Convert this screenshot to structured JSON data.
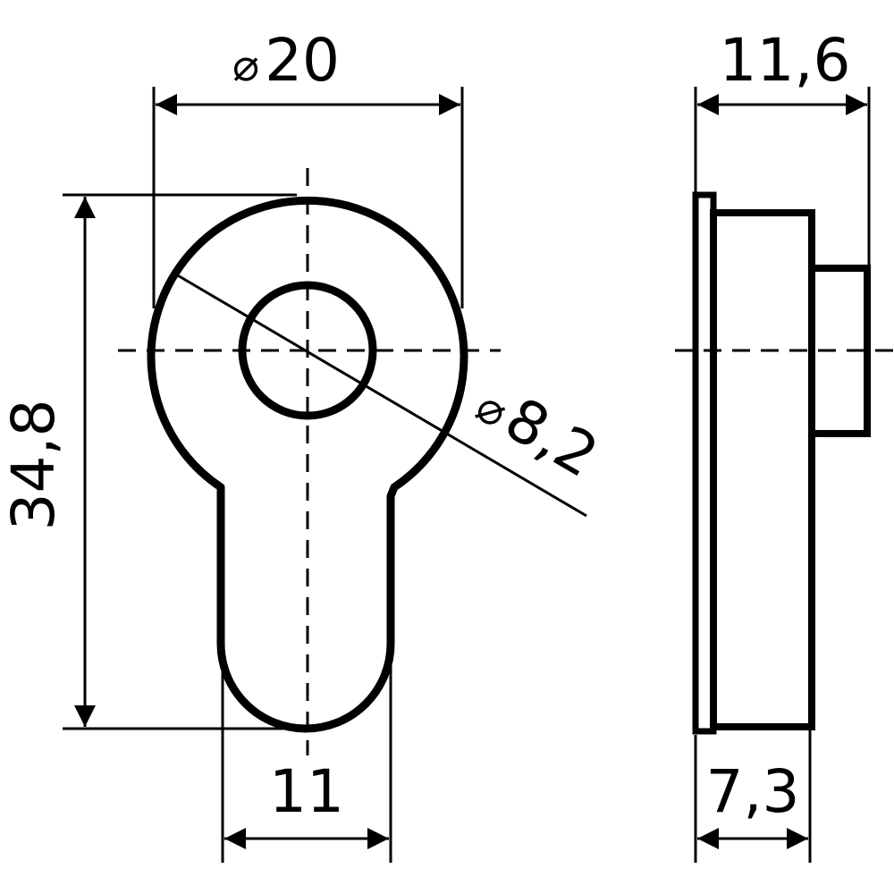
{
  "colors": {
    "stroke": "#000000",
    "background": "#ffffff"
  },
  "dimensions": {
    "top_diameter": "20",
    "height": "34,8",
    "hole_diameter": "8,2",
    "bottom_width": "11",
    "side_total_depth": "11,6",
    "side_body_depth": "7,3"
  },
  "symbols": {
    "diameter": "⌀"
  }
}
